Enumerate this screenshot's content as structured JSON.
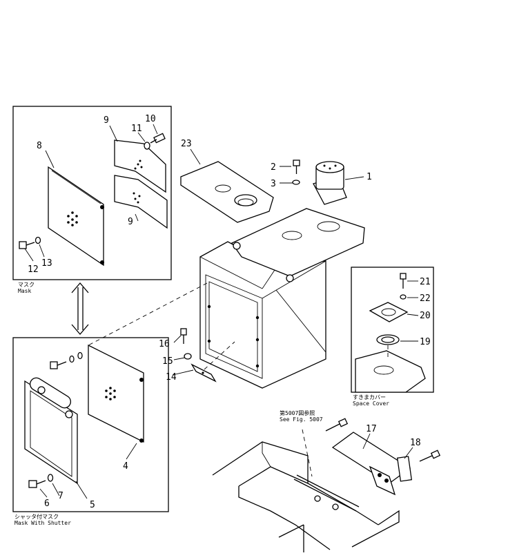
{
  "callouts": {
    "c1": "1",
    "c2": "2",
    "c3": "3",
    "c4": "4",
    "c5": "5",
    "c6": "6",
    "c7": "7",
    "c8": "8",
    "c9a": "9",
    "c9b": "9",
    "c10": "10",
    "c11": "11",
    "c12": "12",
    "c13": "13",
    "c14": "14",
    "c15": "15",
    "c16": "16",
    "c17": "17",
    "c18": "18",
    "c19": "19",
    "c20": "20",
    "c21": "21",
    "c22": "22",
    "c23": "23"
  },
  "captions": {
    "mask_jp": "マスク",
    "mask_en": "Mask",
    "shutter_jp": "シャッタ付マスク",
    "shutter_en": "Mask With Shutter",
    "space_jp": "すきまカバー",
    "space_en": "Space Cover",
    "fig_jp": "第5007図参照",
    "fig_en": "See Fig. 5007"
  }
}
